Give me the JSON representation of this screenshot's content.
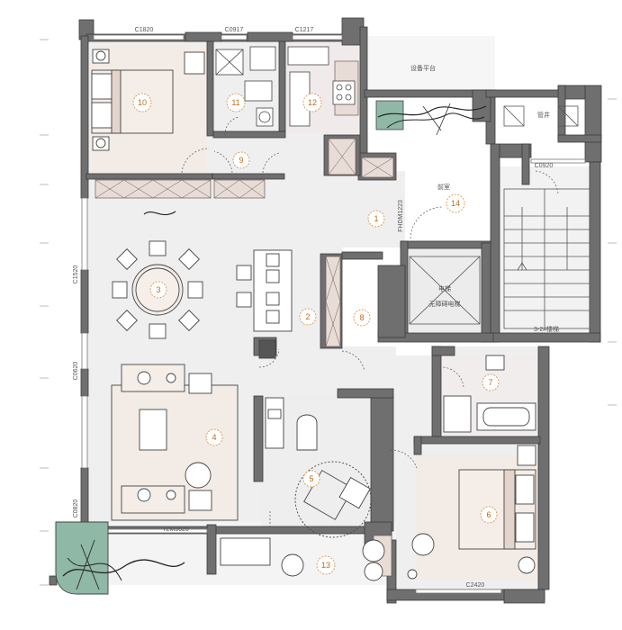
{
  "window_labels": {
    "c1820": "C1820",
    "c0917": "C0917",
    "c1217": "C1217",
    "c1520": "C1520",
    "c0620": "C0620",
    "c0820": "C0820",
    "tlm3626": "TLM3626",
    "c2420": "C2420",
    "fm1223": "FHDM1223",
    "c0920": "C0920"
  },
  "area_labels": {
    "equipment_platform": "设备平台",
    "stair": "3-2#楼梯",
    "elevator_a": "电梯",
    "elevator_b": "无障碍电梯",
    "corridor": "前室",
    "shaft": "管井"
  },
  "room_numbers": [
    "1",
    "2",
    "3",
    "4",
    "5",
    "6",
    "7",
    "8",
    "9",
    "10",
    "11",
    "12",
    "13",
    "14"
  ],
  "colors": {
    "wall": "#6f6f6f",
    "wall_dark": "#4a4a4a",
    "floor": "#efefef",
    "room_tint": "#f3ebe5",
    "accent": "#c36a16",
    "plant": "#8fb8a6"
  }
}
